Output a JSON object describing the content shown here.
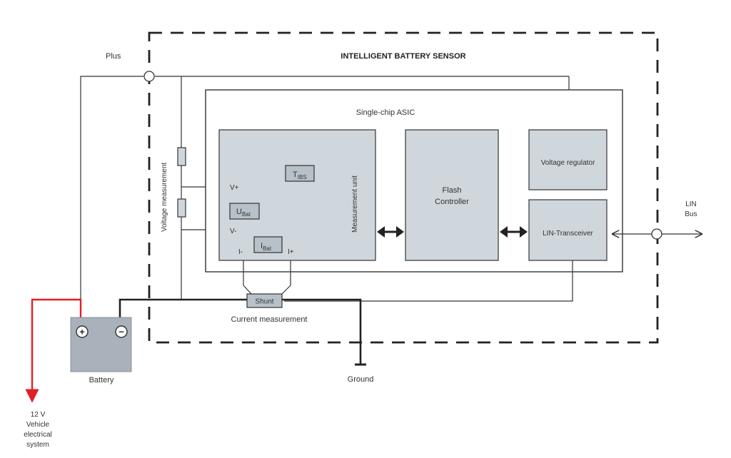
{
  "title": "INTELLIGENT BATTERY SENSOR",
  "labels": {
    "plus": "Plus",
    "chip": "Single-chip ASIC",
    "voltage_measurement": "Voltage measurement",
    "measurement_unit": "Measurement unit",
    "flash_line1": "Flash",
    "flash_line2": "Controller",
    "voltage_regulator": "Voltage regulator",
    "lin_transceiver": "LIN-Transceiver",
    "lin_line1": "LIN",
    "lin_line2": "Bus",
    "v_plus": "V+",
    "v_minus": "V-",
    "i_minus": "I-",
    "i_plus": "I+",
    "t_main": "T",
    "t_sub": "IBS",
    "u_main": "U",
    "u_sub": "Bat",
    "i_main": "I",
    "i_sub": "Bat",
    "shunt": "Shunt",
    "current_measurement": "Current measurement",
    "battery": "Battery",
    "battery_plus": "+",
    "battery_minus": "−",
    "ground": "Ground",
    "vehicle_line1": "12 V",
    "vehicle_line2": "Vehicle",
    "vehicle_line3": "electrical",
    "vehicle_line4": "system"
  },
  "colors": {
    "block_fill": "#cfd6dc",
    "component_fill": "#b7c1c9",
    "battery_fill": "#a9b2ba",
    "line": "#333333",
    "red_wire": "#e31e24"
  },
  "icons": [
    "double-arrow-icon",
    "arrow-icon",
    "connector-circle-icon",
    "resistor-icon"
  ]
}
